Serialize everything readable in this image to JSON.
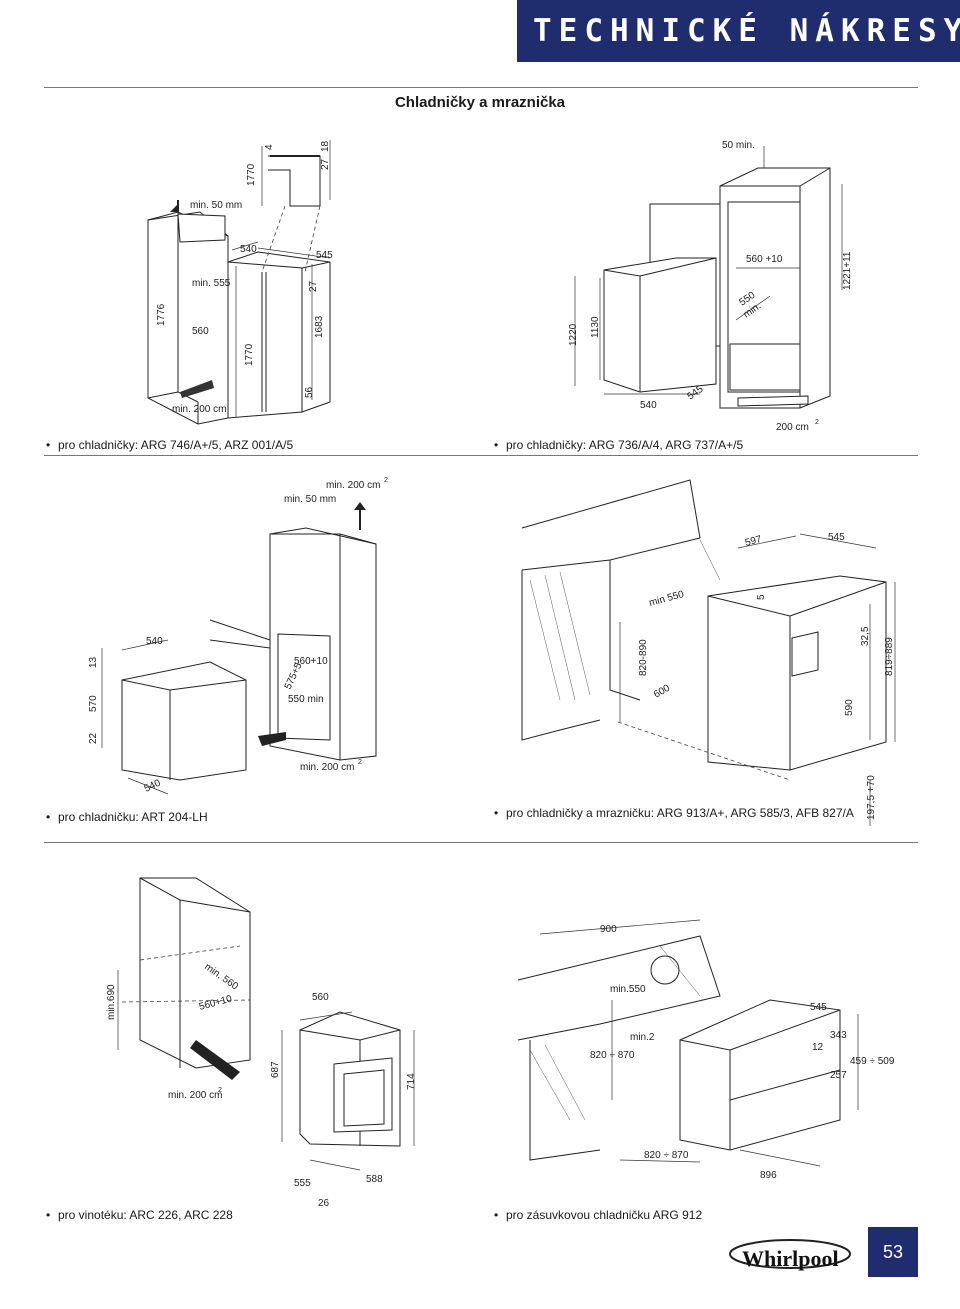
{
  "header": {
    "title": "TECHNICKÉ NÁKRESY"
  },
  "subtitle": "Chladničky a mraznička",
  "captions": {
    "c1": "pro chladničky: ARG 746/A+/5, ARZ 001/A/5",
    "c2": "pro chladničky: ARG 736/A/4, ARG 737/A+/5",
    "c3": "pro chladničku: ART 204-LH",
    "c4": "pro chladničky a mrazničku: ARG 913/A+, ARG 585/3, AFB 827/A",
    "c5": "pro vinotéku: ARC 226, ARC 228",
    "c6": "pro zásuvkovou chladničku ARG 912"
  },
  "bullet": "•",
  "labels": {
    "d1": {
      "a": "min. 50 mm",
      "b": "1770",
      "c": "4",
      "d": "27",
      "e": "18",
      "f": "540",
      "g": "545",
      "h": "min. 555",
      "i": "1776",
      "j": "560",
      "k": "1770",
      "l": "27",
      "m": "1683",
      "n": "56",
      "o": "min. 200 cm"
    },
    "d2": {
      "a": "50 min.",
      "b": "560 +10",
      "c": "1221+11",
      "d": "550",
      "e": "min.",
      "f": "1220",
      "g": "1130",
      "h": "540",
      "i": "545",
      "j": "200 cm",
      "k": "2"
    },
    "d3": {
      "a": "min. 200 cm",
      "b": "2",
      "c": "min. 50 mm",
      "d": "540",
      "e": "13",
      "f": "570",
      "g": "22",
      "h": "540",
      "i": "560+10",
      "j": "575+5",
      "k": "550 min",
      "l": "min. 200 cm",
      "m": "2"
    },
    "d4": {
      "a": "597",
      "b": "545",
      "c": "min 550",
      "d": "5",
      "e": "820-890",
      "f": "600",
      "g": "32,5",
      "h": "819÷889",
      "i": "590",
      "j": "197,5 +70"
    },
    "d5": {
      "a": "min. 560",
      "b": "560+10",
      "c": "min.690",
      "d": "min. 200 cm",
      "e": "2",
      "f": "560",
      "g": "687",
      "h": "714",
      "i": "555",
      "j": "588",
      "k": "26"
    },
    "d6": {
      "a": "900",
      "b": "min.550",
      "c": "545",
      "d": "min.2",
      "e": "820 ÷ 870",
      "f": "12",
      "g": "343",
      "h": "459 ÷ 509",
      "i": "257",
      "j": "820 ÷ 870",
      "k": "896"
    }
  },
  "logo": {
    "brand": "Whirlpool"
  },
  "page_number": "53"
}
